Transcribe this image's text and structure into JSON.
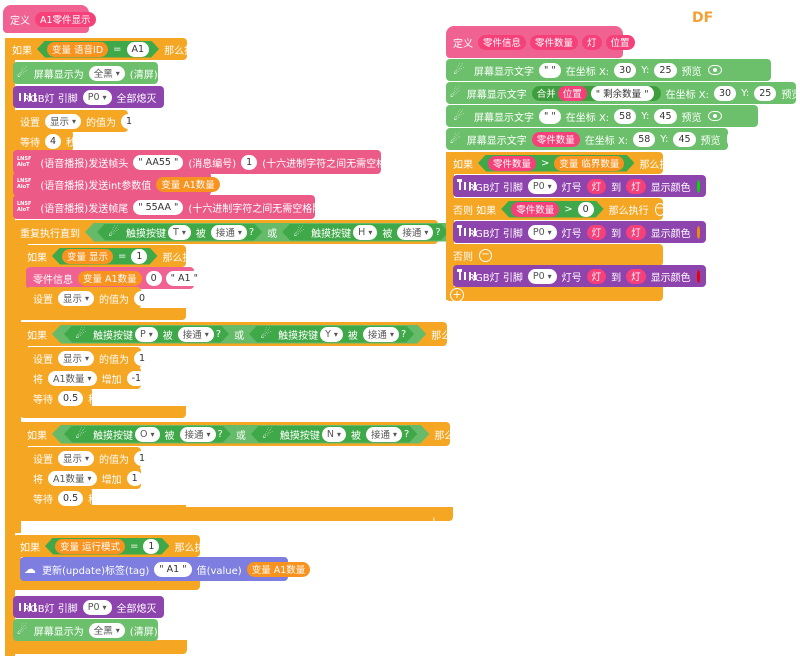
{
  "watermark": "DF",
  "left": {
    "define": {
      "kw": "定义",
      "name": "A1零件显示"
    },
    "if1": {
      "kw": "如果",
      "var": "变量 语音ID",
      "op": "=",
      "val": "A1",
      "then": "那么执行"
    },
    "screen1": {
      "label": "屏幕显示为",
      "opt": "全黑",
      "suffix": "(清屏)"
    },
    "rgb1": {
      "label": "RGB灯 引脚",
      "pin": "P0",
      "suffix": "全部熄灭"
    },
    "set1": {
      "kw": "设置",
      "var": "显示",
      "mid": "的值为",
      "val": "1"
    },
    "wait1": {
      "kw": "等待",
      "val": "4",
      "unit": "秒"
    },
    "asr1": {
      "icon1": "LNSF",
      "icon2": "AIoT",
      "label": "(语音播报)发送帧头",
      "val": "\" AA55 \"",
      "mid": "(消息编号)",
      "num": "1",
      "suffix": "(十六进制字符之间无需空格隔开)"
    },
    "asr2": {
      "icon1": "LNSF",
      "icon2": "AIoT",
      "label": "(语音播报)发送int参数值",
      "val": "变量 A1数量"
    },
    "asr3": {
      "icon1": "LNSF",
      "icon2": "AIoT",
      "label": "(语音播报)发送帧尾",
      "val": "\" 55AA \"",
      "suffix": "(十六进制字符之间无需空格隔开)"
    },
    "repeat": {
      "kw": "重复执行直到",
      "t1": "触摸按键",
      "k1": "T",
      "m1": "被",
      "s1": "接通",
      "q": "?",
      "or": "或",
      "t2": "触摸按键",
      "k2": "H",
      "m2": "被",
      "s2": "接通"
    },
    "if2": {
      "kw": "如果",
      "var": "变量 显示",
      "op": "=",
      "val": "1",
      "then": "那么执行"
    },
    "info": {
      "label": "零件信息",
      "v1": "变量 A1数量",
      "v2": "0",
      "v3": "\" A1 \""
    },
    "set2": {
      "kw": "设置",
      "var": "显示",
      "mid": "的值为",
      "val": "0"
    },
    "if3": {
      "kw": "如果",
      "t1": "触摸按键",
      "k1": "P",
      "m": "被",
      "s": "接通",
      "q": "?",
      "or": "或",
      "t2": "触摸按键",
      "k2": "Y",
      "then": "那么执行"
    },
    "set3": {
      "kw": "设置",
      "var": "显示",
      "mid": "的值为",
      "val": "1"
    },
    "chg1": {
      "kw": "将",
      "var": "A1数量",
      "mid": "增加",
      "val": "-1"
    },
    "wait2": {
      "kw": "等待",
      "val": "0.5",
      "unit": "秒"
    },
    "if4": {
      "kw": "如果",
      "t1": "触摸按键",
      "k1": "O",
      "m": "被",
      "s": "接通",
      "q": "?",
      "or": "或",
      "t2": "触摸按键",
      "k2": "N",
      "then": "那么执行"
    },
    "set4": {
      "kw": "设置",
      "var": "显示",
      "mid": "的值为",
      "val": "1"
    },
    "chg2": {
      "kw": "将",
      "var": "A1数量",
      "mid": "增加",
      "val": "1"
    },
    "wait3": {
      "kw": "等待",
      "val": "0.5",
      "unit": "秒"
    },
    "if5": {
      "kw": "如果",
      "var": "变量 运行模式",
      "op": "=",
      "val": "1",
      "then": "那么执行"
    },
    "update": {
      "label": "更新(update)标签(tag)",
      "tag": "\" A1 \"",
      "mid": "值(value)",
      "val": "变量 A1数量"
    },
    "rgb2": {
      "label": "RGB灯 引脚",
      "pin": "P0",
      "suffix": "全部熄灭"
    },
    "screen2": {
      "label": "屏幕显示为",
      "opt": "全黑",
      "suffix": "(清屏)"
    }
  },
  "right": {
    "define": {
      "kw": "定义",
      "name": "零件信息",
      "p1": "零件数量",
      "p2": "灯",
      "p3": "位置"
    },
    "txt1": {
      "label": "屏幕显示文字",
      "str": "\"              \"",
      "at": "在坐标 X:",
      "x": "30",
      "y_lbl": "Y:",
      "y": "25",
      "pv": "预览"
    },
    "txt2": {
      "label": "屏幕显示文字",
      "join": "合并",
      "a": "位置",
      "b": "\" 剩余数量 \"",
      "at": "在坐标 X:",
      "x": "30",
      "y_lbl": "Y:",
      "y": "25",
      "pv": "预览"
    },
    "txt3": {
      "label": "屏幕显示文字",
      "str": "\"              \"",
      "at": "在坐标 X:",
      "x": "58",
      "y_lbl": "Y:",
      "y": "45",
      "pv": "预览"
    },
    "txt4": {
      "label": "屏幕显示文字",
      "var": "零件数量",
      "at": "在坐标 X:",
      "x": "58",
      "y_lbl": "Y:",
      "y": "45",
      "pv": "预览"
    },
    "if1": {
      "kw": "如果",
      "a": "零件数量",
      "op": ">",
      "b": "变量 临界数量",
      "then": "那么执行"
    },
    "rgb1": {
      "label": "RGB灯 引脚",
      "pin": "P0",
      "n": "灯号",
      "from": "灯",
      "to": "到",
      "to2": "灯",
      "suffix": "显示颜色",
      "color": "#00dd00"
    },
    "elif": {
      "kw": "否则 如果",
      "a": "零件数量",
      "op": ">",
      "b": "0",
      "then": "那么执行"
    },
    "rgb2": {
      "label": "RGB灯 引脚",
      "pin": "P0",
      "n": "灯号",
      "from": "灯",
      "to": "到",
      "to2": "灯",
      "suffix": "显示颜色",
      "color": "#f28c00"
    },
    "else": {
      "kw": "否则"
    },
    "rgb3": {
      "label": "RGB灯 引脚",
      "pin": "P0",
      "n": "灯号",
      "from": "灯",
      "to": "到",
      "to2": "灯",
      "suffix": "显示颜色",
      "color": "#e60000"
    }
  }
}
